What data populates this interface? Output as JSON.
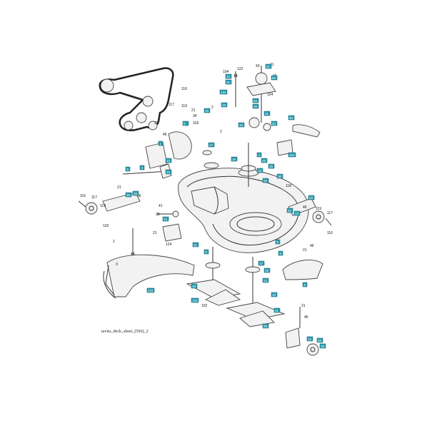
{
  "footer": "tavira_deck_sheet_(5S0)_2",
  "callouts": [
    {
      "id": "c1",
      "text": "31"
    },
    {
      "id": "c2",
      "text": "10"
    },
    {
      "id": "c3",
      "text": "21"
    },
    {
      "id": "c4",
      "text": "85"
    },
    {
      "id": "c5",
      "text": "124"
    },
    {
      "id": "c6",
      "text": "22"
    },
    {
      "id": "c7",
      "text": "20"
    },
    {
      "id": "c8",
      "text": "18"
    },
    {
      "id": "c9",
      "text": "86"
    },
    {
      "id": "c10",
      "text": "11"
    },
    {
      "id": "c11",
      "text": "10"
    },
    {
      "id": "c12",
      "text": "15"
    },
    {
      "id": "c13",
      "text": "20"
    },
    {
      "id": "c14",
      "text": "5"
    },
    {
      "id": "c15",
      "text": "17"
    },
    {
      "id": "c16",
      "text": "1"
    },
    {
      "id": "c17",
      "text": "3"
    },
    {
      "id": "c18",
      "text": "5"
    },
    {
      "id": "c19",
      "text": "12"
    },
    {
      "id": "c20",
      "text": "13"
    },
    {
      "id": "c21",
      "text": "16"
    },
    {
      "id": "c22",
      "text": "4"
    },
    {
      "id": "c23",
      "text": "110"
    },
    {
      "id": "c24",
      "text": "23"
    },
    {
      "id": "c25",
      "text": "15"
    },
    {
      "id": "c26",
      "text": "10"
    },
    {
      "id": "c27",
      "text": "30"
    },
    {
      "id": "c28",
      "text": "22"
    },
    {
      "id": "c29",
      "text": "16"
    },
    {
      "id": "c30",
      "text": "35"
    },
    {
      "id": "c31",
      "text": "24"
    },
    {
      "id": "c32",
      "text": "31"
    },
    {
      "id": "c33",
      "text": "13"
    },
    {
      "id": "c34",
      "text": "34"
    },
    {
      "id": "c35",
      "text": "8"
    },
    {
      "id": "c36",
      "text": "5"
    },
    {
      "id": "c37",
      "text": "8"
    },
    {
      "id": "c38",
      "text": "11"
    },
    {
      "id": "c39",
      "text": "131"
    },
    {
      "id": "c40",
      "text": "17"
    },
    {
      "id": "c41",
      "text": "19"
    },
    {
      "id": "c42",
      "text": "122"
    },
    {
      "id": "c43",
      "text": "12"
    },
    {
      "id": "c44",
      "text": "10"
    },
    {
      "id": "c45",
      "text": "18"
    },
    {
      "id": "c46",
      "text": "8"
    },
    {
      "id": "c47",
      "text": "11"
    },
    {
      "id": "c48",
      "text": "29"
    },
    {
      "id": "c49",
      "text": "12"
    },
    {
      "id": "c50",
      "text": "52"
    },
    {
      "id": "c51",
      "text": "19"
    }
  ],
  "labels": [
    {
      "id": "l1",
      "text": "43"
    },
    {
      "id": "l2",
      "text": "41"
    },
    {
      "id": "l3",
      "text": "104"
    },
    {
      "id": "l4",
      "text": "36"
    },
    {
      "id": "l5",
      "text": "124"
    },
    {
      "id": "l6",
      "text": "122"
    },
    {
      "id": "l7",
      "text": "116"
    },
    {
      "id": "l8",
      "text": "117"
    },
    {
      "id": "l9",
      "text": "119"
    },
    {
      "id": "l10",
      "text": "21"
    },
    {
      "id": "l11",
      "text": "2"
    },
    {
      "id": "l12",
      "text": "34"
    },
    {
      "id": "l13",
      "text": "118"
    },
    {
      "id": "l14",
      "text": "21"
    },
    {
      "id": "l15",
      "text": "46"
    },
    {
      "id": "l16",
      "text": "2"
    },
    {
      "id": "l17",
      "text": "21"
    },
    {
      "id": "l18",
      "text": "116"
    },
    {
      "id": "l19",
      "text": "117"
    },
    {
      "id": "l20",
      "text": "36"
    },
    {
      "id": "l21",
      "text": "119"
    },
    {
      "id": "l22",
      "text": "118"
    },
    {
      "id": "l23",
      "text": "2"
    },
    {
      "id": "l24",
      "text": "41"
    },
    {
      "id": "l25",
      "text": "38"
    },
    {
      "id": "l26",
      "text": "21"
    },
    {
      "id": "l27",
      "text": "124"
    },
    {
      "id": "l28",
      "text": "118"
    },
    {
      "id": "l29",
      "text": "46"
    },
    {
      "id": "l30",
      "text": "119"
    },
    {
      "id": "l31",
      "text": "117"
    },
    {
      "id": "l32",
      "text": "116"
    },
    {
      "id": "l33",
      "text": "21"
    },
    {
      "id": "l34",
      "text": "46"
    },
    {
      "id": "l35",
      "text": "152"
    },
    {
      "id": "l36",
      "text": "21"
    },
    {
      "id": "l37",
      "text": "46"
    },
    {
      "id": "l38",
      "text": "3"
    }
  ]
}
